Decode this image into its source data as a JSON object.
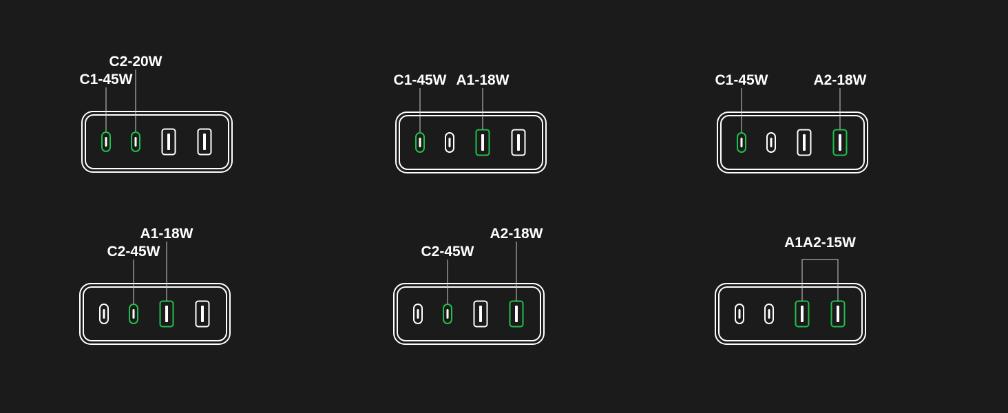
{
  "colors": {
    "background": "#1b1b1b",
    "inactive": "#ffffff",
    "active": "#1fc14a",
    "leader": "#cfcfcf"
  },
  "configurations": [
    {
      "ports": [
        {
          "id": "C1",
          "type": "usb-c",
          "active": true
        },
        {
          "id": "C2",
          "type": "usb-c",
          "active": true
        },
        {
          "id": "A1",
          "type": "usb-a",
          "active": false
        },
        {
          "id": "A2",
          "type": "usb-a",
          "active": false
        }
      ],
      "labels": [
        {
          "text": "C1-45W",
          "ports": [
            "C1"
          ],
          "tier": "low"
        },
        {
          "text": "C2-20W",
          "ports": [
            "C2"
          ],
          "tier": "high"
        }
      ]
    },
    {
      "ports": [
        {
          "id": "C1",
          "type": "usb-c",
          "active": true
        },
        {
          "id": "C2",
          "type": "usb-c",
          "active": false
        },
        {
          "id": "A1",
          "type": "usb-a",
          "active": true
        },
        {
          "id": "A2",
          "type": "usb-a",
          "active": false
        }
      ],
      "labels": [
        {
          "text": "C1-45W",
          "ports": [
            "C1"
          ],
          "tier": "low"
        },
        {
          "text": "A1-18W",
          "ports": [
            "A1"
          ],
          "tier": "low"
        }
      ]
    },
    {
      "ports": [
        {
          "id": "C1",
          "type": "usb-c",
          "active": true
        },
        {
          "id": "C2",
          "type": "usb-c",
          "active": false
        },
        {
          "id": "A1",
          "type": "usb-a",
          "active": false
        },
        {
          "id": "A2",
          "type": "usb-a",
          "active": true
        }
      ],
      "labels": [
        {
          "text": "C1-45W",
          "ports": [
            "C1"
          ],
          "tier": "low"
        },
        {
          "text": "A2-18W",
          "ports": [
            "A2"
          ],
          "tier": "low"
        }
      ]
    },
    {
      "ports": [
        {
          "id": "C1",
          "type": "usb-c",
          "active": false
        },
        {
          "id": "C2",
          "type": "usb-c",
          "active": true
        },
        {
          "id": "A1",
          "type": "usb-a",
          "active": true
        },
        {
          "id": "A2",
          "type": "usb-a",
          "active": false
        }
      ],
      "labels": [
        {
          "text": "C2-45W",
          "ports": [
            "C2"
          ],
          "tier": "low"
        },
        {
          "text": "A1-18W",
          "ports": [
            "A1"
          ],
          "tier": "high"
        }
      ]
    },
    {
      "ports": [
        {
          "id": "C1",
          "type": "usb-c",
          "active": false
        },
        {
          "id": "C2",
          "type": "usb-c",
          "active": true
        },
        {
          "id": "A1",
          "type": "usb-a",
          "active": false
        },
        {
          "id": "A2",
          "type": "usb-a",
          "active": true
        }
      ],
      "labels": [
        {
          "text": "C2-45W",
          "ports": [
            "C2"
          ],
          "tier": "low"
        },
        {
          "text": "A2-18W",
          "ports": [
            "A2"
          ],
          "tier": "high"
        }
      ]
    },
    {
      "ports": [
        {
          "id": "C1",
          "type": "usb-c",
          "active": false
        },
        {
          "id": "C2",
          "type": "usb-c",
          "active": false
        },
        {
          "id": "A1",
          "type": "usb-a",
          "active": true
        },
        {
          "id": "A2",
          "type": "usb-a",
          "active": true
        }
      ],
      "labels": [
        {
          "text": "A1A2-15W",
          "ports": [
            "A1",
            "A2"
          ],
          "tier": "bracket"
        }
      ]
    }
  ]
}
